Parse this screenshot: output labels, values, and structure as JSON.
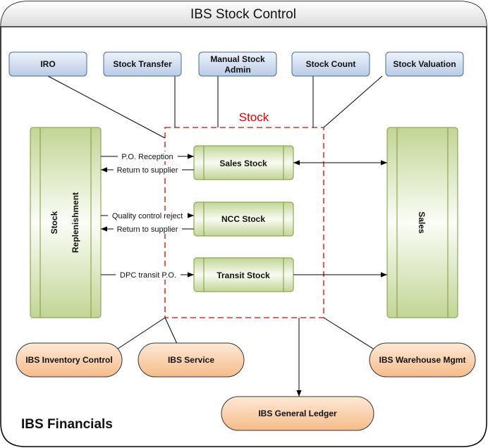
{
  "title": "IBS Stock Control",
  "footer_label": "IBS Financials",
  "stock_group_label": "Stock",
  "top_modules": [
    {
      "label1": "IRO",
      "label2": ""
    },
    {
      "label1": "Stock Transfer",
      "label2": ""
    },
    {
      "label1": "Manual Stock",
      "label2": "Admin"
    },
    {
      "label1": "Stock Count",
      "label2": ""
    },
    {
      "label1": "Stock Valuation",
      "label2": ""
    }
  ],
  "left_block": {
    "line1": "Stock",
    "line2": "Replenishment"
  },
  "right_block": {
    "label": "Sales"
  },
  "stock_boxes": [
    {
      "label": "Sales Stock"
    },
    {
      "label": "NCC Stock"
    },
    {
      "label": "Transit Stock"
    }
  ],
  "flows": {
    "po_reception": "P.O. Reception",
    "return_supplier_1": "Return to supplier",
    "qc_reject": "Quality control reject",
    "return_supplier_2": "Return to supplier",
    "dpc_transit": "DPC transit P.O."
  },
  "bottom_modules": [
    {
      "label": "IBS Inventory Control"
    },
    {
      "label": "IBS Service"
    },
    {
      "label": "IBS Warehouse Mgmt"
    },
    {
      "label": "IBS General Ledger"
    }
  ],
  "colors": {
    "stock_boundary": "#e00000",
    "module_blue": "#c9d8ee",
    "stock_green": "#c5d89a",
    "financial_orange": "#f8c89a"
  }
}
